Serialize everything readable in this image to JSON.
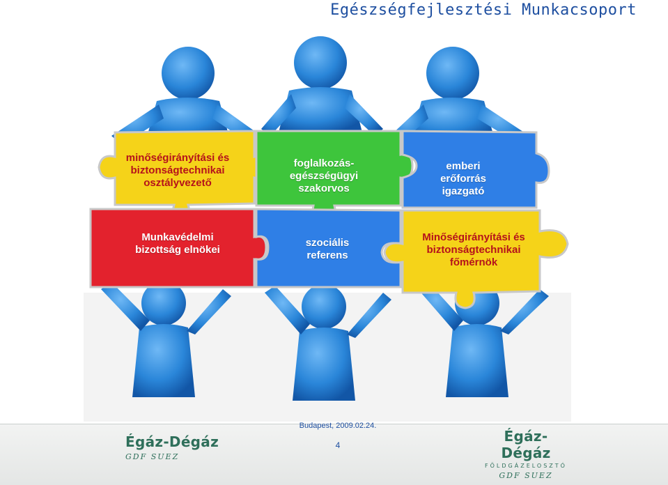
{
  "slide": {
    "title": "Egészségfejlesztési Munkacsoport"
  },
  "puzzle": {
    "pieces": [
      {
        "lines": [
          "minőségirányítási és",
          "biztonságtechnikai",
          "osztályvezető"
        ],
        "color": "#f5d319",
        "text_style": "dark-red"
      },
      {
        "lines": [
          "foglalkozás-",
          "egészségügyi",
          "szakorvos"
        ],
        "color": "#3ec53c",
        "text_style": "light"
      },
      {
        "lines": [
          "emberi",
          "erőforrás",
          "igazgató"
        ],
        "color": "#2f7fe6",
        "text_style": "light"
      },
      {
        "lines": [
          "Munkavédelmi",
          "bizottság elnökei"
        ],
        "color": "#e3222d",
        "text_style": "light"
      },
      {
        "lines": [
          "szociális",
          "referens"
        ],
        "color": "#2f7fe6",
        "text_style": "light"
      },
      {
        "lines": [
          "Minőségirányítási és",
          "biztonságtechnikai",
          "főmérnök"
        ],
        "color": "#f5d319",
        "text_style": "dark-red"
      }
    ],
    "figure_color": "#2a86d9"
  },
  "footer": {
    "date": "Budapest, 2009.02.24.",
    "page_number": "4",
    "logo_left": {
      "name": "Égáz-Dégáz",
      "sub": "GDF SUEZ"
    },
    "logo_right": {
      "name": "Égáz-Dégáz",
      "tagline": "FÖLDGÁZELOSZTÓ",
      "sub": "GDF SUEZ"
    }
  },
  "colors": {
    "title": "#1e4fa0",
    "brand": "#2e6f5a"
  }
}
